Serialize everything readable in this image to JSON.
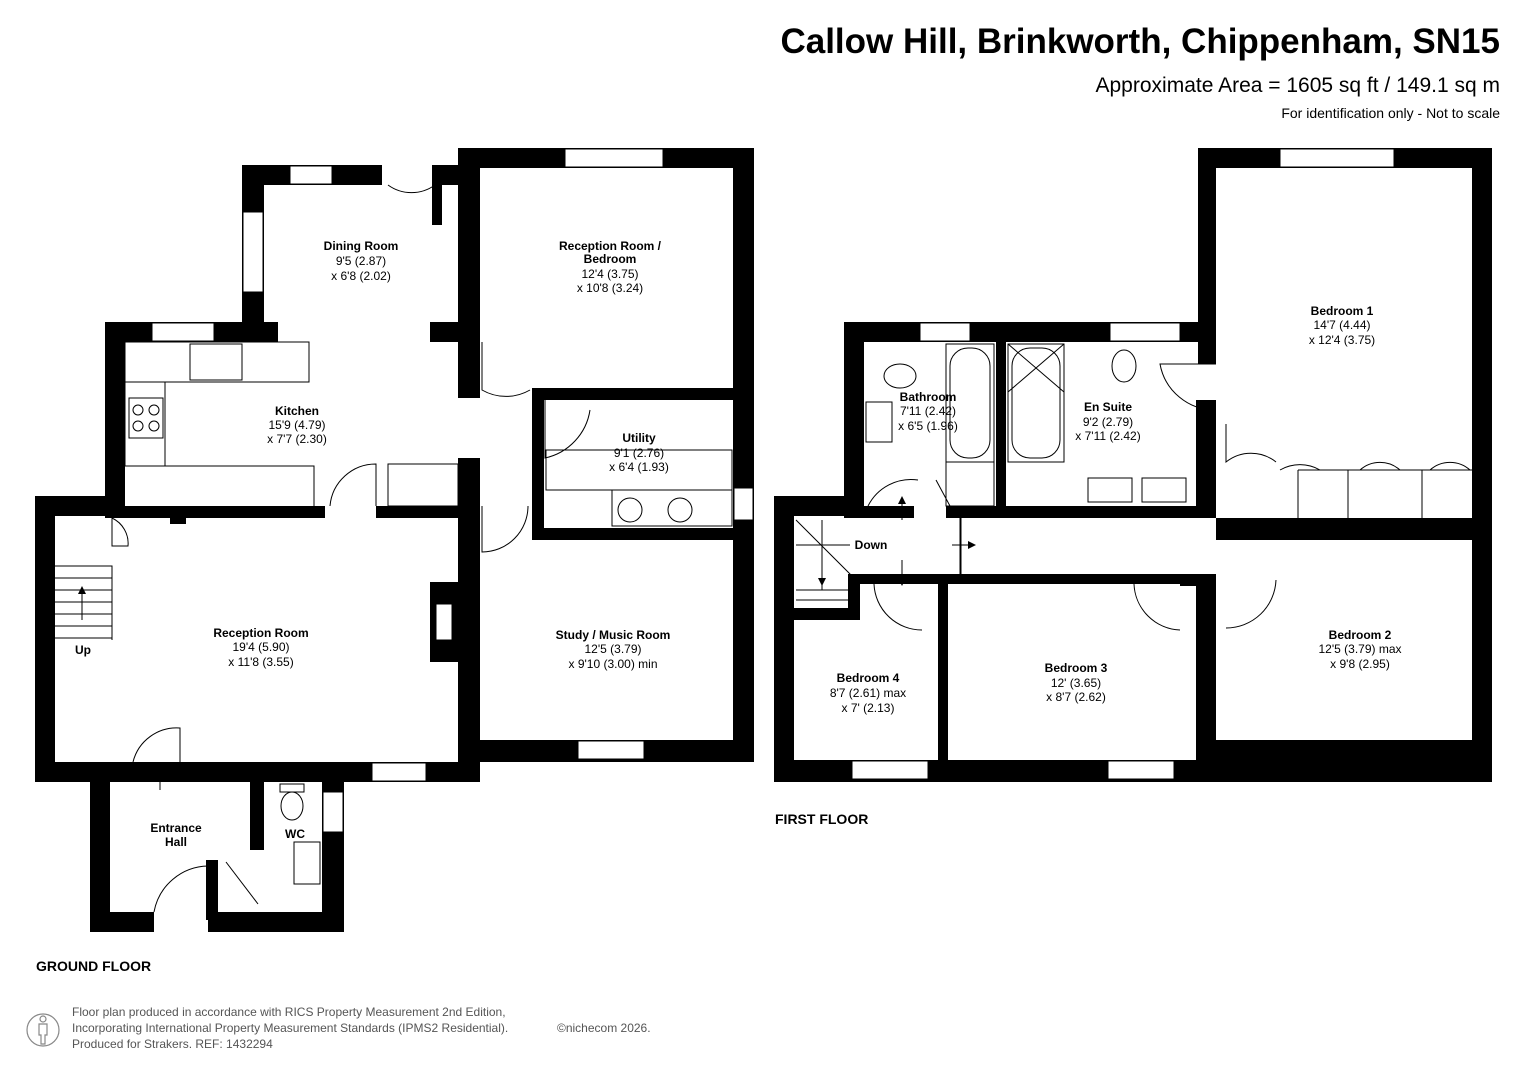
{
  "header": {
    "title": "Callow Hill, Brinkworth, Chippenham, SN15",
    "area": "Approximate Area = 1605 sq ft / 149.1 sq m",
    "note": "For identification only - Not to scale"
  },
  "floors": {
    "ground": "GROUND FLOOR",
    "first": "FIRST FLOOR"
  },
  "rooms": {
    "dining": {
      "name": "Dining Room",
      "dim1": "9'5 (2.87)",
      "dim2": "x 6'8 (2.02)"
    },
    "reception_bed": {
      "name1": "Reception Room /",
      "name2": "Bedroom",
      "dim1": "12'4 (3.75)",
      "dim2": "x 10'8 (3.24)"
    },
    "kitchen": {
      "name": "Kitchen",
      "dim1": "15'9 (4.79)",
      "dim2": "x 7'7 (2.30)"
    },
    "utility": {
      "name": "Utility",
      "dim1": "9'1 (2.76)",
      "dim2": "x 6'4 (1.93)"
    },
    "reception": {
      "name": "Reception Room",
      "dim1": "19'4 (5.90)",
      "dim2": "x 11'8 (3.55)"
    },
    "study": {
      "name": "Study / Music Room",
      "dim1": "12'5 (3.79)",
      "dim2": "x 9'10 (3.00) min"
    },
    "entrance": {
      "name1": "Entrance",
      "name2": "Hall"
    },
    "wc": {
      "name": "WC"
    },
    "bathroom": {
      "name": "Bathroom",
      "dim1": "7'11 (2.42)",
      "dim2": "x 6'5 (1.96)"
    },
    "ensuite": {
      "name": "En Suite",
      "dim1": "9'2 (2.79)",
      "dim2": "x 7'11 (2.42)"
    },
    "bed1": {
      "name": "Bedroom 1",
      "dim1": "14'7 (4.44)",
      "dim2": "x 12'4 (3.75)"
    },
    "bed2": {
      "name": "Bedroom  2",
      "dim1": "12'5 (3.79) max",
      "dim2": "x 9'8 (2.95)"
    },
    "bed3": {
      "name": "Bedroom 3",
      "dim1": "12' (3.65)",
      "dim2": "x 8'7 (2.62)"
    },
    "bed4": {
      "name": "Bedroom  4",
      "dim1": "8'7 (2.61) max",
      "dim2": "x 7' (2.13)"
    }
  },
  "stairs": {
    "up": "Up",
    "down": "Down"
  },
  "footer": {
    "line1": "Floor plan produced in accordance with RICS Property Measurement 2nd Edition,",
    "line2": "Incorporating International Property Measurement Standards (IPMS2 Residential).",
    "brand": "©nichecom 2026.",
    "line3": "Produced for Strakers.   REF: 1432294"
  },
  "icons": {
    "person": "person-icon"
  }
}
